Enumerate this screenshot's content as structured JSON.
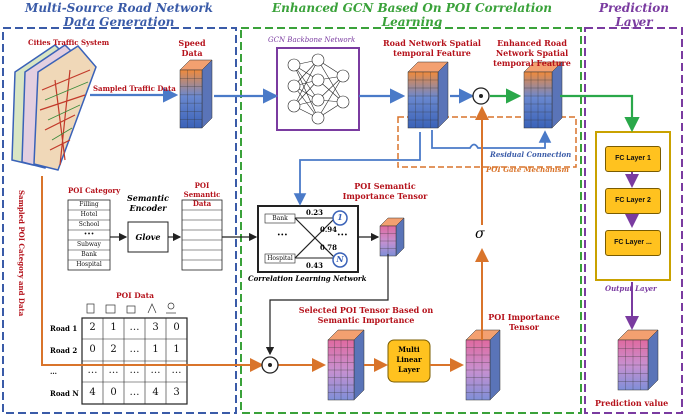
{
  "sections": {
    "left_title": "Multi-Source Road Network Data Generation",
    "middle_title": "Enhanced GCN Based On POI Correlation Learning",
    "right_title": "Prediction Layer"
  },
  "labels": {
    "cities_traffic_system": "Cities Traffic System",
    "sampled_traffic_data": "Sampled Traffic Data",
    "speed_data": "Speed Data",
    "gcn_backbone": "GCN Backbone Network",
    "road_network_feature": "Road Network Spatial temporal Feature",
    "enhanced_road_network_feature": "Enhanced Road Network Spatial temporal Feature",
    "residual_connection": "Residual Connection",
    "poi_gate": "POI Gate Mechanism",
    "poi_category": "POI Category",
    "semantic_encoder": "Semantic Encoder",
    "glove": "Glove",
    "poi_semantic_data": "POI Semantic Data",
    "poi_semantic_importance": "POI Semantic Importance Tensor",
    "correlation_learning": "Correlation Learning Network",
    "sigma": "σ",
    "sampled_poi_vertical": "Sampled POI Category and Data",
    "poi_data": "POI Data",
    "selected_poi_tensor": "Selected POI Tensor Based on Semantic Importance",
    "multi_linear": "Multi Linear Layer",
    "poi_importance_tensor": "POI Importance Tensor",
    "output_layer": "Output Layer",
    "prediction_value": "Prediction value",
    "odot": "⊙"
  },
  "poi_categories": [
    "Filling",
    "Hotel",
    "School",
    "•••",
    "Subway",
    "Bank",
    "Hospital"
  ],
  "correlation": {
    "left_items": [
      "Bank",
      "Hospital"
    ],
    "values": [
      "0.23",
      "0.94",
      "0.78",
      "0.43"
    ],
    "dots": "•••",
    "node_1": "1",
    "node_n": "N"
  },
  "poi_table": {
    "rows": [
      {
        "label": "Road 1",
        "cells": [
          "2",
          "1",
          "…",
          "3",
          "0"
        ]
      },
      {
        "label": "Road 2",
        "cells": [
          "0",
          "2",
          "…",
          "1",
          "1"
        ]
      },
      {
        "label": "…",
        "cells": [
          "…",
          "…",
          "…",
          "…",
          "…"
        ]
      },
      {
        "label": "Road N",
        "cells": [
          "4",
          "0",
          "…",
          "4",
          "3"
        ]
      }
    ]
  },
  "fc_layers": [
    "FC Layer 1",
    "FC Layer 2",
    "FC Layer ..."
  ],
  "colors": {
    "left_border": "#3a5ba8",
    "middle_border": "#3aa23a",
    "right_border": "#7a3ba0",
    "blue_arrow": "#4a7ac8",
    "orange_arrow": "#d9742b",
    "green_arrow": "#2aa84a",
    "fc_fill": "#ffc21f"
  }
}
